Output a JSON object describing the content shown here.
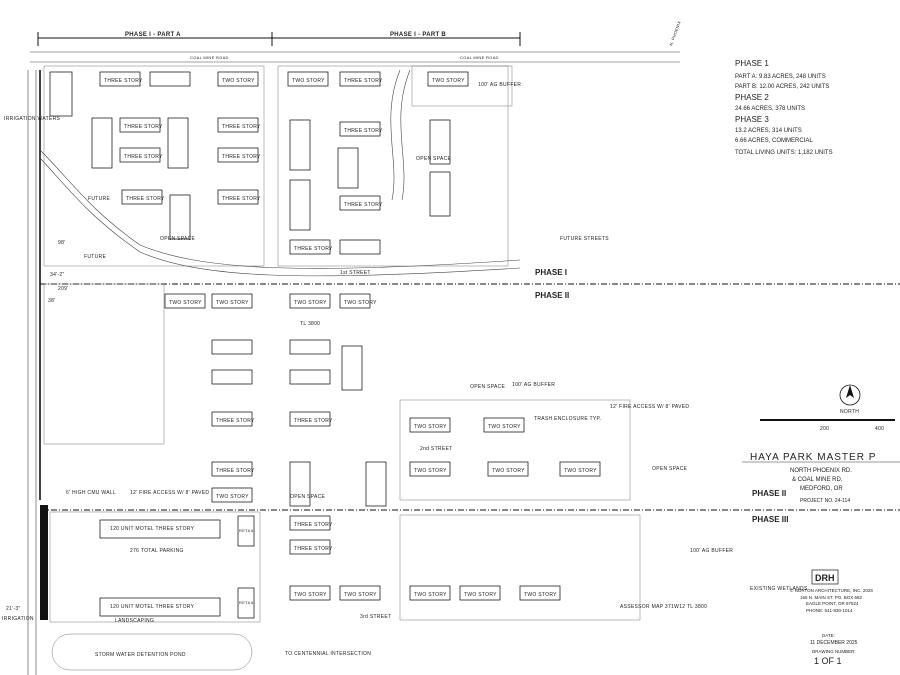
{
  "header": {
    "phase_1a": "PHASE I - PART A",
    "phase_1b": "PHASE I - PART B",
    "coal_mine_road": "COAL MINE ROAD",
    "north_phoenix": "N. PHOENIX"
  },
  "summary": {
    "phase1_title": "PHASE 1",
    "part_a": "PART A: 9.83 ACRES, 248 UNITS",
    "part_b": "PART B: 12.00 ACRES, 242 UNITS",
    "phase2_title": "PHASE 2",
    "phase2_line": "24.66 ACRES, 378 UNITS",
    "phase3_title": "PHASE 3",
    "phase3_line1": "13.2 ACRES, 314 UNITS",
    "phase3_line2": "6.66 ACRES, COMMERCIAL",
    "total": "TOTAL LIVING UNITS: 1,182 UNITS"
  },
  "labels": {
    "three_story": "THREE STORY",
    "two_story": "TWO STORY",
    "open_space": "OPEN SPACE",
    "future": "FUTURE",
    "future_streets": "FUTURE STREETS",
    "phase_i": "PHASE I",
    "phase_ii": "PHASE II",
    "phase_iii": "PHASE III",
    "street_1st": "1st STREET",
    "street_2nd": "2nd STREET",
    "street_3rd": "3rd STREET",
    "trash": "TRASH ENCLOSURE TYP.",
    "ag_buffer": "100' AG BUFFER",
    "fire_access": "12' FIRE ACCESS W/ 8' PAVED",
    "fire_access_2": "12' FIRE ACCESS W/ 8' PAVED",
    "cmu_wall": "6' HIGH CMU WALL",
    "motel_top": "120 UNIT MOTEL THREE STORY",
    "motel_bottom": "120 UNIT MOTEL THREE STORY",
    "parking": "276 TOTAL PARKING",
    "landscaping": "LANDSCAPING",
    "retail": "RETAIL",
    "detention": "STORM WATER DETENTION POND",
    "centennial": "TO CENTENNIAL INTERSECTION",
    "wetlands": "EXISTING WETLANDS",
    "assessor": "ASSESSOR MAP 371W12 TL 3800",
    "irrigation": "IRRIGATION WATERS",
    "irrigation2": "IRRIGATION",
    "dim_98": "98'",
    "dim_342": "34'-2\"",
    "dim_38": "38'",
    "dim_209": "209'",
    "dim_213": "21'-3\"",
    "tl": "TL 3800",
    "north": "NORTH",
    "scale_200": "200",
    "scale_400": "400"
  },
  "title_block": {
    "project": "HAYA PARK MASTER P",
    "addr1": "NORTH PHOENIX RD.",
    "addr2": "& COAL MINE RD.",
    "addr3": "MEDFORD, OR",
    "project_no": "PROJECT NO. 24-114",
    "firm_logo": "DRH",
    "firm": "© NORTON ARCHITECTURE, INC. 2025",
    "firm2": "165 N. MAIN ST. PO. BOX 682",
    "firm3": "EAGLE POINT, OR 97524",
    "phone": "PHONE: 541-830-1014",
    "date_label": "DATE:",
    "date": "11 DECEMBER 2025",
    "sheet_label": "DRAWING NUMBER:",
    "sheet": "1 OF 1"
  }
}
